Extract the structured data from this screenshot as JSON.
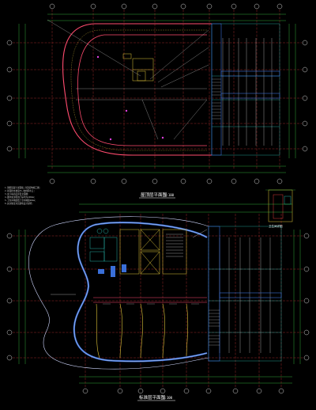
{
  "titles": {
    "top_plan": "屋顶层平面图",
    "top_scale": "1:100",
    "bottom_plan": "标准层平面图",
    "bottom_scale": "1:100",
    "detail": "卫生间详图"
  },
  "notes": [
    "1.钢筋混凝土屋面板,详见结构施工图;",
    "2.屋面排水坡度2%,坡向雨水口;",
    "3.女儿墙高度详见立面图;",
    "4.图中未注明的门垛均为100mm;",
    "5.卫生间地面低于室内地面20mm;",
    "6.其余做法详见建筑设计说明;"
  ],
  "colors": {
    "background": "#000000",
    "wall_primary": "#3a6fd8",
    "wall_secondary": "#ffffff",
    "curve_outer": "#ff4b6e",
    "axis_lines": "#d93a3a",
    "grid_cyan": "#2fd6c8",
    "green": "#3fd34a",
    "yellow": "#e0c53a",
    "magenta": "#e040e0"
  }
}
